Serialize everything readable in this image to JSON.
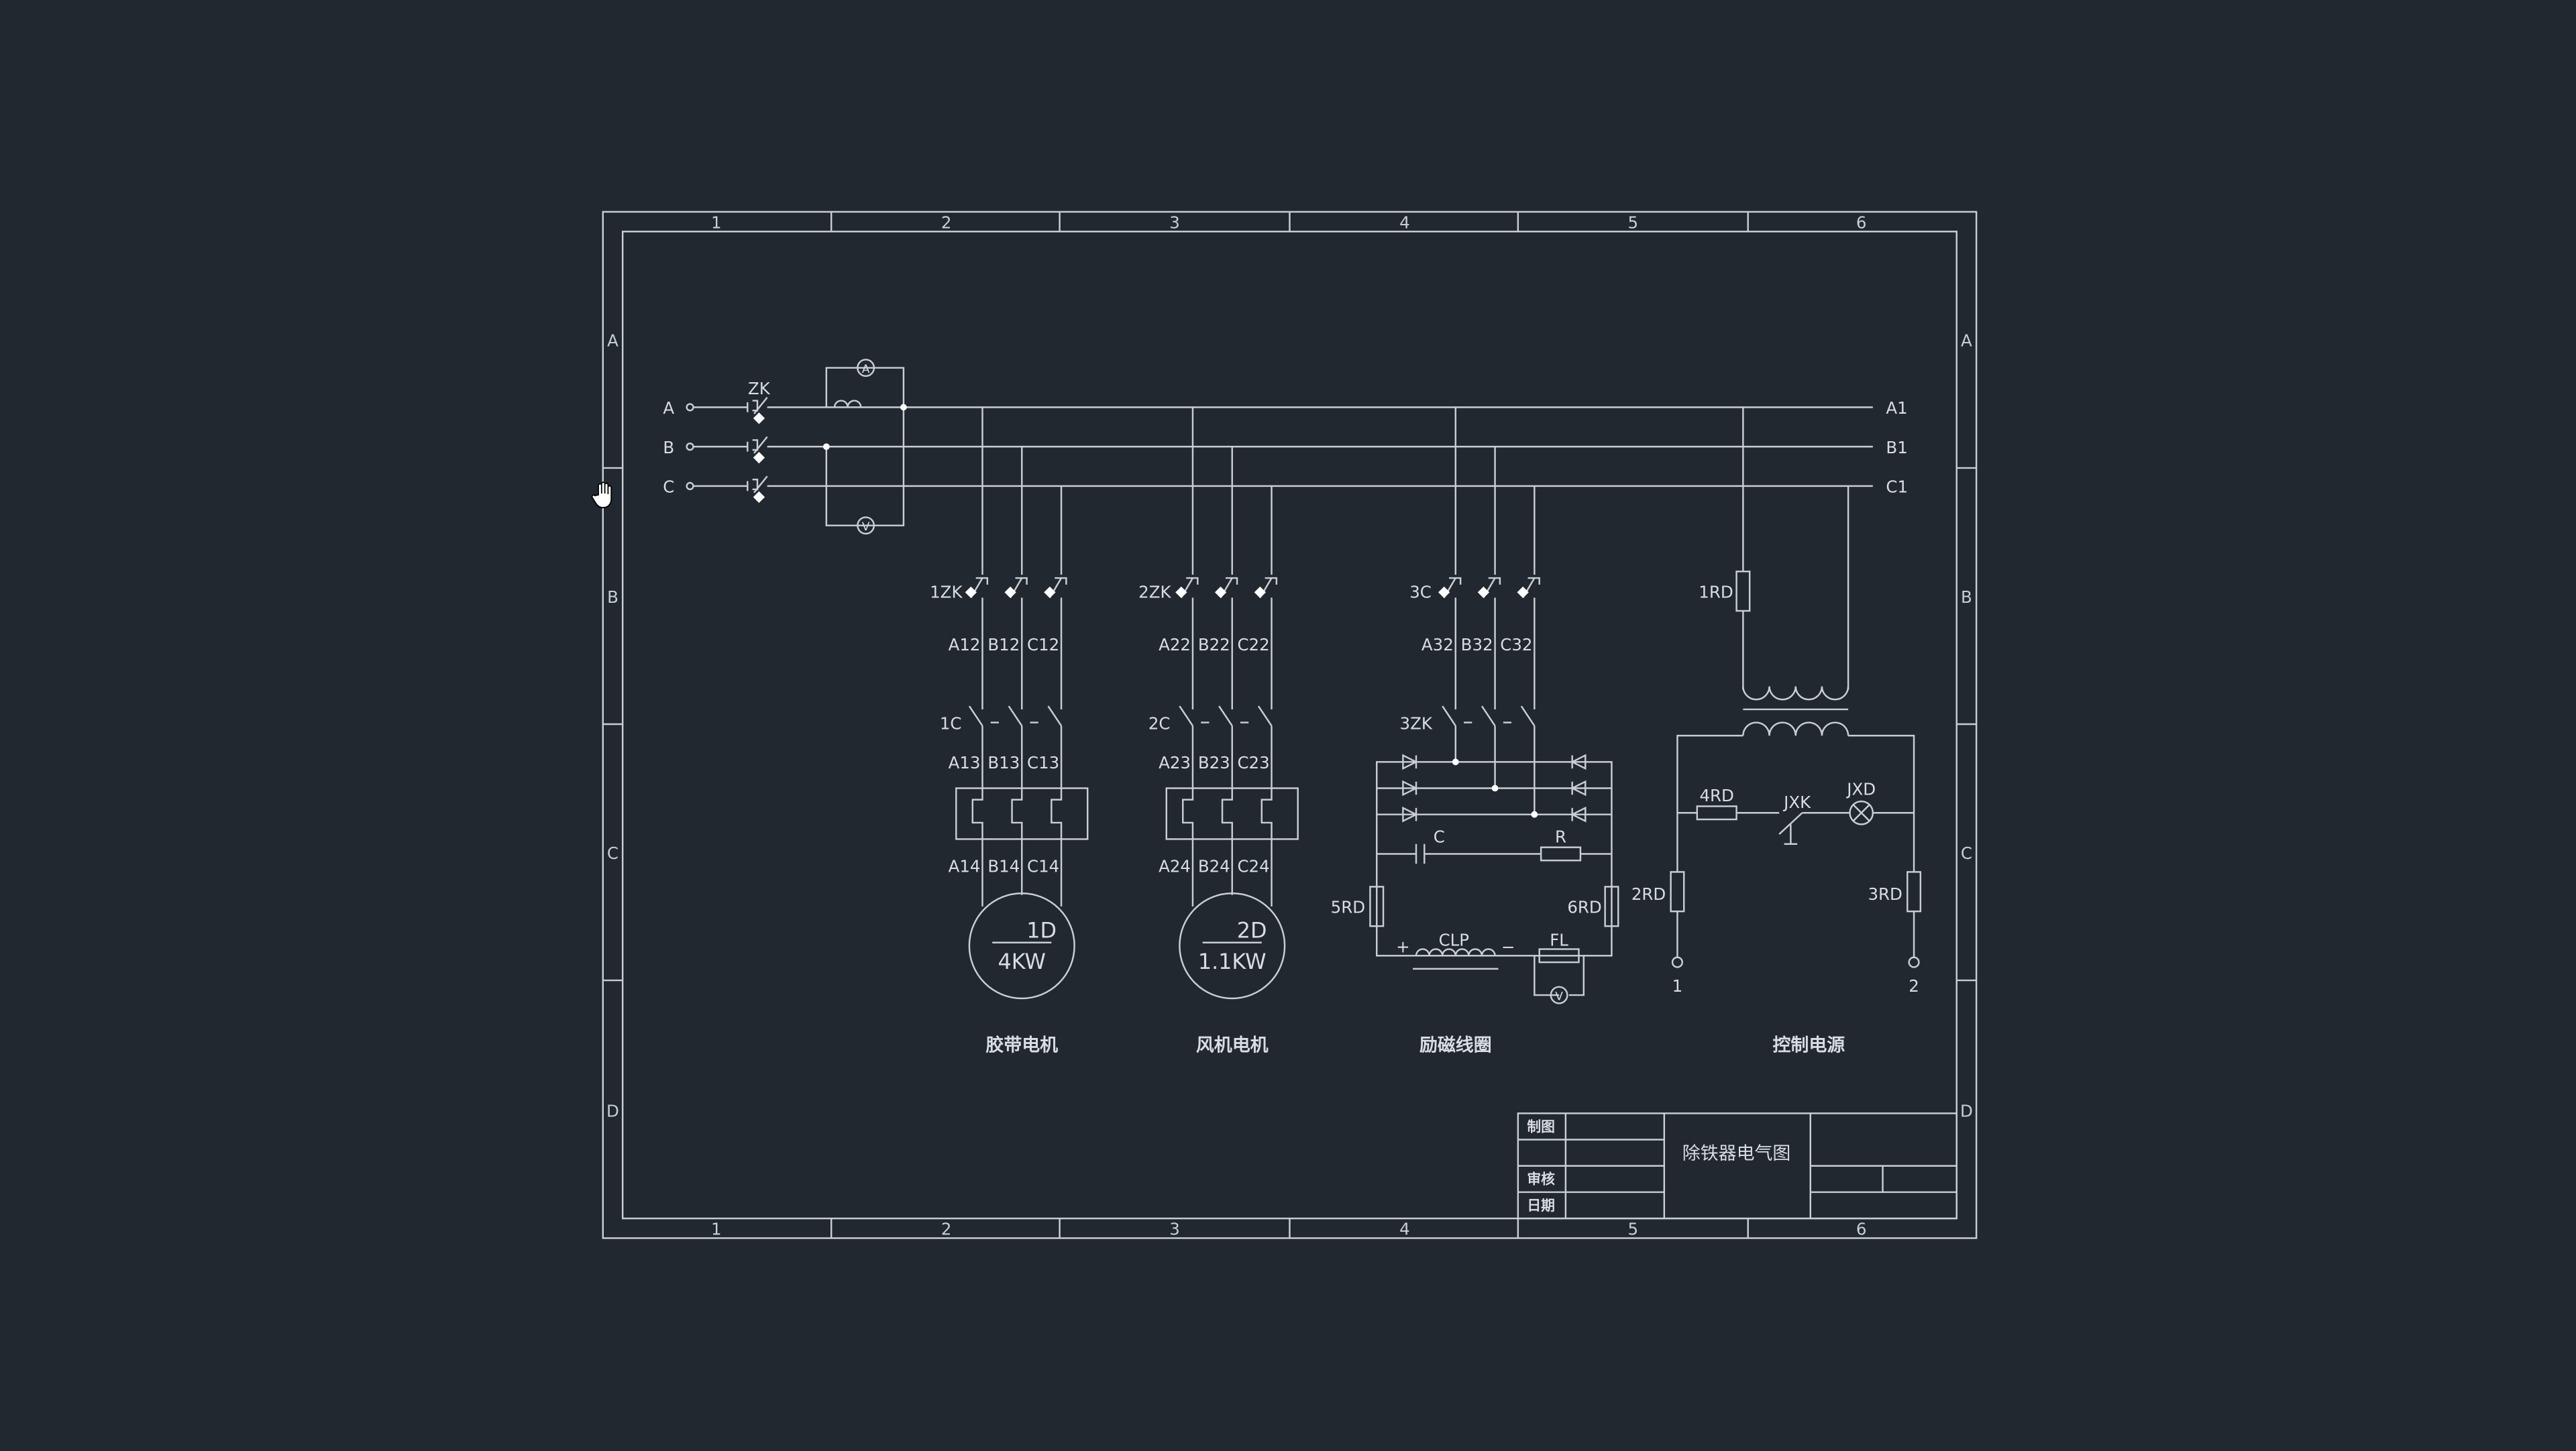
{
  "drawing": {
    "zone_columns": [
      "1",
      "2",
      "3",
      "4",
      "5",
      "6"
    ],
    "zone_rows": [
      "A",
      "B",
      "C",
      "D"
    ],
    "bus_inputs": [
      "A",
      "B",
      "C"
    ],
    "bus_outputs": [
      "A1",
      "B1",
      "C1"
    ],
    "main_breaker": "ZK",
    "ammeter": "A",
    "voltmeter": "V",
    "belt_motor": {
      "breaker": "1ZK",
      "contactor": "1C",
      "wires_a": [
        "A12",
        "B12",
        "C12"
      ],
      "wires_b": [
        "A13",
        "B13",
        "C13"
      ],
      "wires_c": [
        "A14",
        "B14",
        "C14"
      ],
      "motor_id": "1D",
      "motor_power": "4KW",
      "caption": "胶带电机"
    },
    "fan_motor": {
      "breaker": "2ZK",
      "contactor": "2C",
      "wires_a": [
        "A22",
        "B22",
        "C22"
      ],
      "wires_b": [
        "A23",
        "B23",
        "C23"
      ],
      "wires_c": [
        "A24",
        "B24",
        "C24"
      ],
      "motor_id": "2D",
      "motor_power": "1.1KW",
      "caption": "风机电机"
    },
    "excitation": {
      "breaker": "3C",
      "switch": "3ZK",
      "wires": [
        "A32",
        "B32",
        "C32"
      ],
      "capacitor": "C",
      "resistor": "R",
      "fuse_left": "5RD",
      "fuse_right": "6RD",
      "coil": "CLP",
      "plus": "+",
      "minus": "−",
      "shunt": "FL",
      "voltmeter": "V",
      "caption": "励磁线圈"
    },
    "control_power": {
      "fuse_top": "1RD",
      "fuse_left": "2RD",
      "fuse_right": "3RD",
      "fuse_mid": "4RD",
      "relay": "JXK",
      "lamp": "JXD",
      "terminal_1": "1",
      "terminal_2": "2",
      "caption": "控制电源"
    },
    "title_block": {
      "drawn_by": "制图",
      "reviewed_by": "审核",
      "date": "日期",
      "title": "除铁器电气图"
    }
  },
  "colors": {
    "background": "#212830",
    "line": "#c9ced4",
    "text": "#d9dde2"
  },
  "cursor": {
    "icon": "hand-pan-icon"
  }
}
